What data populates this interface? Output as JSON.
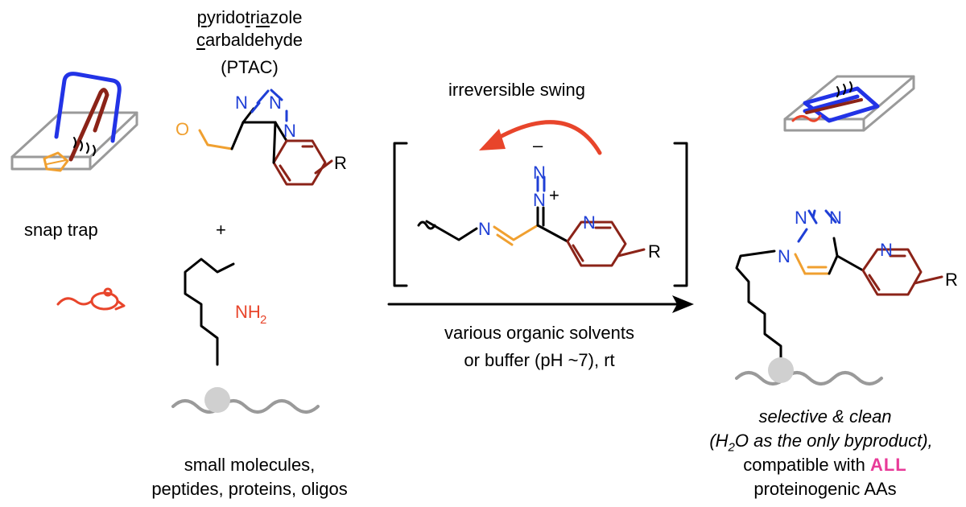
{
  "ptac_name": {
    "line1": [
      {
        "t": "p",
        "u": true
      },
      {
        "t": "yrido",
        "u": false
      },
      {
        "t": "t",
        "u": true
      },
      {
        "t": "r",
        "u": false
      },
      {
        "t": "ia",
        "u": true
      },
      {
        "t": "zole",
        "u": false
      }
    ],
    "line2": [
      {
        "t": "c",
        "u": true
      },
      {
        "t": "arbaldehyde",
        "u": false
      }
    ],
    "abbr": "(PTAC)"
  },
  "labels": {
    "snap_trap": "snap trap",
    "plus": "+",
    "irreversible_swing": "irreversible swing",
    "conditions_line1": "various organic solvents",
    "conditions_line2": "or buffer (pH ~7), rt",
    "substrates_line1": "small molecules,",
    "substrates_line2": "peptides, proteins, oligos",
    "result_line1": "selective & clean",
    "result_line2_a": "(H",
    "result_line2_sub": "2",
    "result_line2_b": "O as the only byproduct),",
    "result_line3_a": "compatible with ",
    "result_line3_emph": "ALL",
    "result_line4": "proteinogenic AAs"
  },
  "atoms": {
    "nitrogen": "N",
    "oxygen": "O",
    "r_group": "R",
    "plus_charge": "+",
    "minus_charge": "–",
    "amine_a": "NH",
    "amine_sub": "2"
  },
  "colors": {
    "nitrogen_blue": "#1f3fd6",
    "oxygen_orange": "#f0a030",
    "ring_brown": "#8b2318",
    "accent_red": "#e8452b",
    "trap_blue": "#2233e6",
    "trap_gray": "#9a9a9a",
    "backbone_gray": "#9a9a9a",
    "bead_gray": "#d0d0d0",
    "emph_pink": "#e83a98"
  }
}
